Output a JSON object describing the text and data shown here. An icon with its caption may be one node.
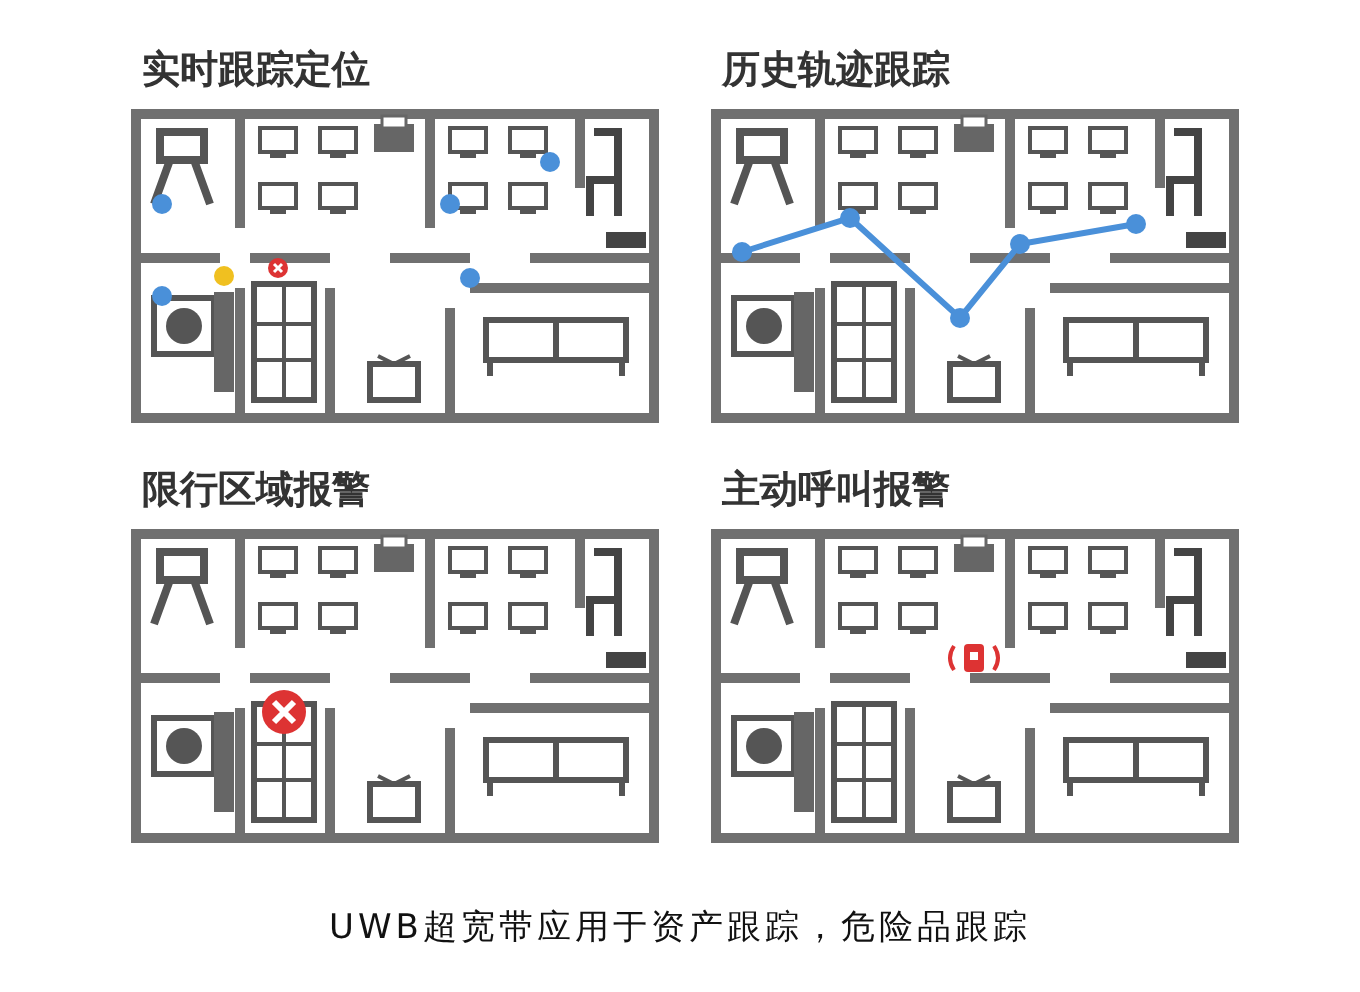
{
  "diagram": {
    "caption": "UWB超宽带应用于资产跟踪，危险品跟踪",
    "labels": [
      "实时跟踪定位",
      "历史轨迹跟踪",
      "限行区域报警",
      "主动呼叫报警"
    ]
  }
}
